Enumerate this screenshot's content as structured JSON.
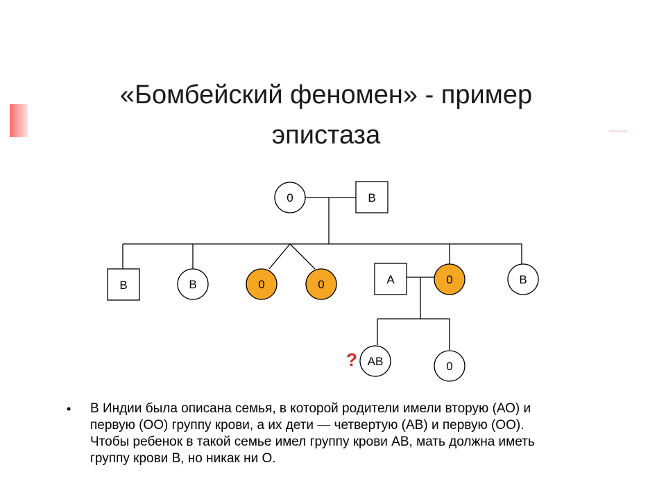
{
  "slide": {
    "title_line1": "«Бомбейский феномен» - пример",
    "title_line2": "эпистаза",
    "bullet_text": "В Индии была описана семья, в которой родители имели вторую (АО) и первую (ОО) группу крови, а их дети — четвертую (АВ) и первую (ОО). Чтобы ребенок в такой семье имел группу крови АВ, мать должна иметь группу крови В, но никак ни О."
  },
  "pedigree": {
    "colors": {
      "affected_fill": "#f5a623",
      "line": "#000000",
      "unknown_mark": "#cc2a2a"
    },
    "generation1": [
      {
        "id": "g1-mother",
        "shape": "circle",
        "label": "0",
        "highlight": false
      },
      {
        "id": "g1-father",
        "shape": "square",
        "label": "B",
        "highlight": false
      }
    ],
    "generation2": [
      {
        "id": "g2-son",
        "shape": "square",
        "label": "B",
        "highlight": false
      },
      {
        "id": "g2-daughter-1",
        "shape": "circle",
        "label": "B",
        "highlight": false
      },
      {
        "id": "g2-twin-1",
        "shape": "circle",
        "label": "0",
        "highlight": true
      },
      {
        "id": "g2-twin-2",
        "shape": "circle",
        "label": "0",
        "highlight": true
      },
      {
        "id": "g2-husband",
        "shape": "square",
        "label": "A",
        "highlight": false
      },
      {
        "id": "g2-daughter-3",
        "shape": "circle",
        "label": "0",
        "highlight": true
      },
      {
        "id": "g2-daughter-4",
        "shape": "circle",
        "label": "B",
        "highlight": false
      }
    ],
    "generation3": [
      {
        "id": "g3-child-1",
        "shape": "circle",
        "label": "AB",
        "highlight": false,
        "unknown_mark": "?"
      },
      {
        "id": "g3-child-2",
        "shape": "circle",
        "label": "0",
        "highlight": false
      }
    ]
  }
}
